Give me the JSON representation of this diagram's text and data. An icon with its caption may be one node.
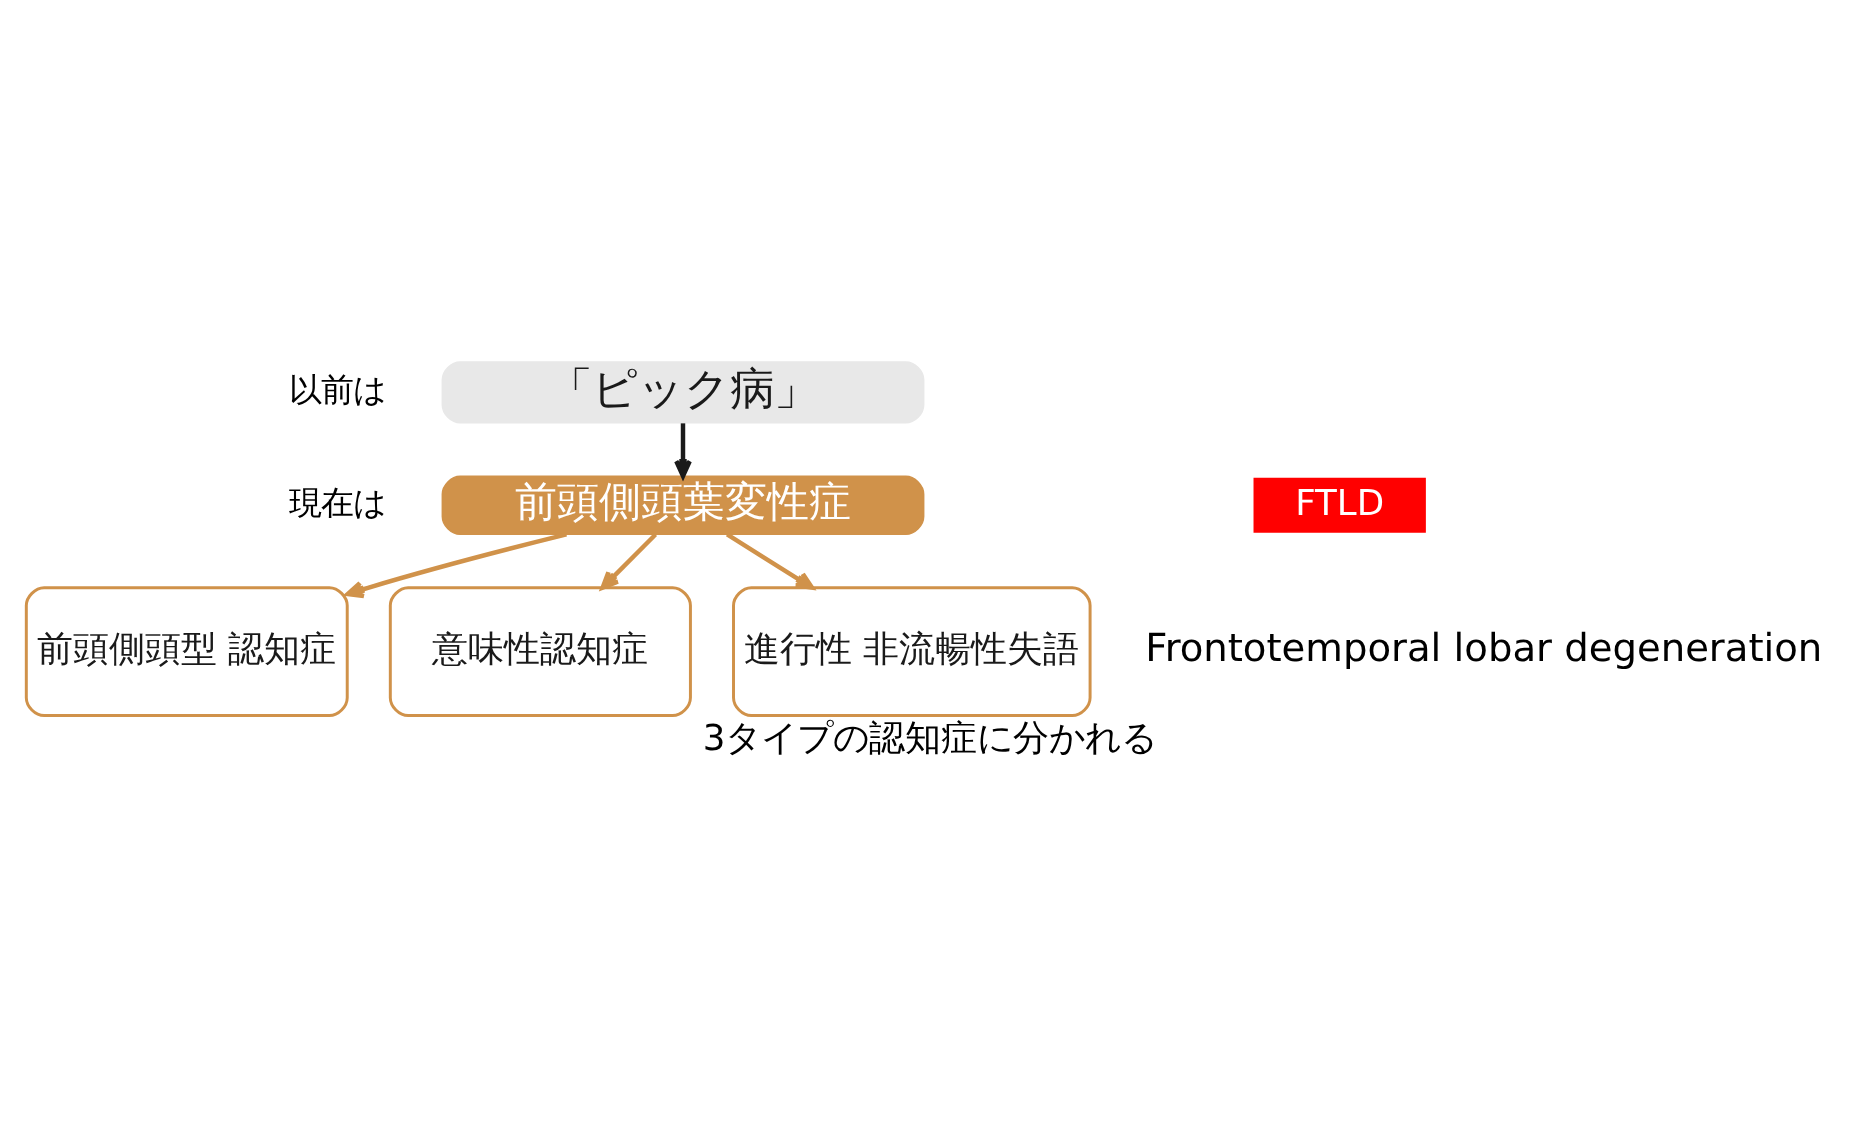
{
  "diagram": {
    "caption": "3タイプの認知症に分かれる",
    "nodes": [
      {
        "text": [
          "「ピック病」"
        ],
        "beside": [
          "以前は"
        ]
      },
      {
        "text": [
          "前頭側頭葉変性症"
        ],
        "beside": [
          "現在は"
        ]
      },
      {
        "text": [
          "FTLD"
        ]
      },
      {
        "text": [
          "前頭側頭型 認知症"
        ]
      },
      {
        "text": [
          "意味性認知症"
        ]
      },
      {
        "text": [
          "進行性 非流暢性失語"
        ]
      }
    ],
    "edges": [
      {
        "from": 0,
        "to": 1,
        "arrow": "to",
        "color": "#1a1a1a"
      },
      {
        "from": 1,
        "to": 3,
        "arrow": "to"
      },
      {
        "from": 1,
        "to": 4,
        "arrow": "to"
      },
      {
        "from": 1,
        "to": 5,
        "arrow": "to"
      }
    ],
    "labels": [
      "Frontotemporal lobar degeneration"
    ]
  }
}
